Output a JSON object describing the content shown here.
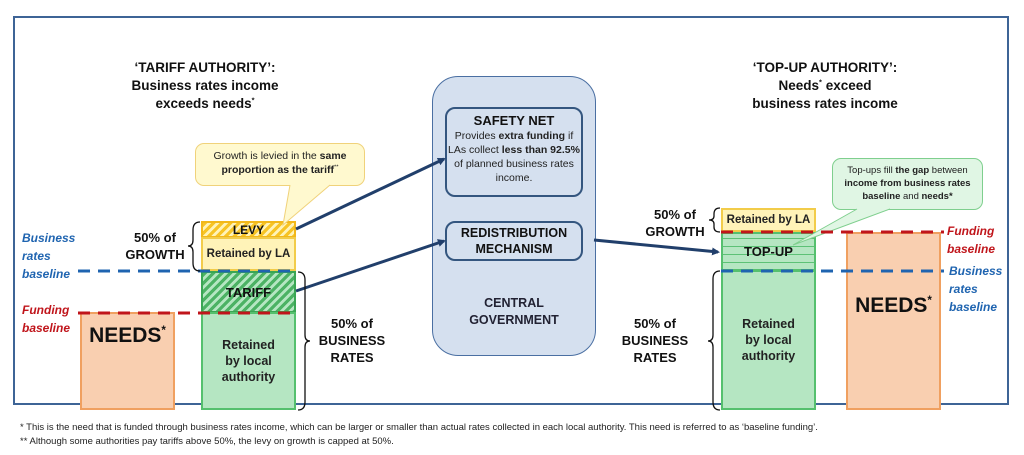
{
  "left_panel": {
    "heading_line1": "‘TARIFF AUTHORITY’:",
    "heading_line2": "Business rates income",
    "heading_line3": "exceeds needs",
    "heading_mark": "*",
    "callout_text_plain": "Growth is levied in the ",
    "callout_text_bold": "same proportion as the tariff",
    "callout_mark": "**",
    "levy_label": "LEVY",
    "retained_la_label": "Retained by LA",
    "tariff_label": "TARIFF",
    "retained_local_label": "Retained by local authority",
    "needs_label": "NEEDS",
    "needs_mark": "*",
    "growth_brace_line1": "50% of",
    "growth_brace_line2": "GROWTH",
    "rates_brace_line1": "50% of",
    "rates_brace_line2": "BUSINESS",
    "rates_brace_line3": "RATES",
    "business_baseline_label": [
      "Business",
      "rates",
      "baseline"
    ],
    "funding_baseline_label": [
      "Funding",
      "baseline"
    ]
  },
  "central": {
    "safety_net_title": "SAFETY NET",
    "safety_net_text": [
      {
        "t": "Provides ",
        "b": false
      },
      {
        "t": "extra funding",
        "b": true
      },
      {
        "t": " if LAs collect ",
        "b": false
      },
      {
        "t": "less than 92.5%",
        "b": true
      },
      {
        "t": " of planned business rates income.",
        "b": false
      }
    ],
    "redistribution_line1": "REDISTRIBUTION",
    "redistribution_line2": "MECHANISM",
    "label_line1": "CENTRAL",
    "label_line2": "GOVERNMENT"
  },
  "right_panel": {
    "heading_line1": "‘TOP-UP AUTHORITY’:",
    "heading_line2a": "Needs",
    "heading_mark": "*",
    "heading_line2b": " exceed",
    "heading_line3": "business rates income",
    "callout_parts": [
      {
        "t": "Top-ups fill ",
        "b": false
      },
      {
        "t": "the gap",
        "b": true
      },
      {
        "t": " between ",
        "b": false
      },
      {
        "t": "income from business rates baseline",
        "b": true
      },
      {
        "t": "  and ",
        "b": false
      },
      {
        "t": "needs*",
        "b": true
      }
    ],
    "retained_la_label": "Retained by LA",
    "topup_label": "TOP-UP",
    "retained_local_label": "Retained by local authority",
    "needs_label": "NEEDS",
    "needs_mark": "*",
    "growth_brace_line1": "50% of",
    "growth_brace_line2": "GROWTH",
    "rates_brace_line1": "50% of",
    "rates_brace_line2": "BUSINESS",
    "rates_brace_line3": "RATES",
    "funding_baseline_label": [
      "Funding",
      "baseline"
    ],
    "business_baseline_label": [
      "Business",
      "rates",
      "baseline"
    ]
  },
  "colors": {
    "frame": "#3e6496",
    "business_baseline": "#1f64b0",
    "funding_baseline": "#c0151b",
    "arrow": "#213f6b",
    "needs_fill": "#f9cfb0",
    "retained_green": "#b5e6c2",
    "retained_yellow": "#fff3b8",
    "central_fill": "#d5e0ef"
  },
  "footnotes": {
    "note1": "*  This is the need that is funded through business rates income, which can be larger or smaller than actual rates collected in each local authority. This need is referred to as ‘baseline funding’.",
    "note2": "** Although some authorities pay tariffs above 50%, the levy on growth is capped at 50%."
  }
}
